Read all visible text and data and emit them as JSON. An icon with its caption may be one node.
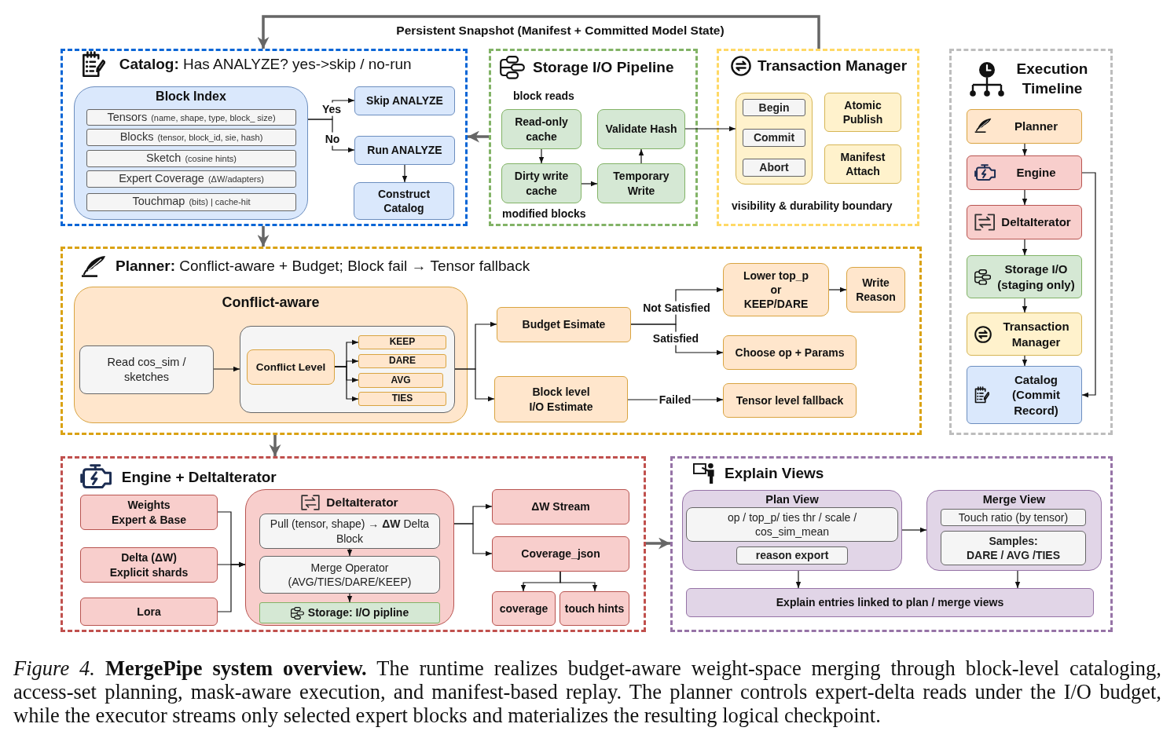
{
  "diagram": {
    "caption": "*Figure 4.* **MergePipe system overview.** The runtime realizes budget-aware weight-space merging through block-level cataloging, access-set planning, mask-aware execution, and manifest-based replay. The planner controls expert-delta reads under the I/O budget, while the executor streams only selected expert blocks and materializes the resulting logical checkpoint.",
    "nodes": [
      {
        "text": [
          "**Catalog:** Has ANALYZE? yes->skip / no-run"
        ]
      },
      {
        "text": [
          "Block Index"
        ],
        "in": 0
      },
      {
        "text": [
          "Tensors",
          "(name, shape, type, block_ size)"
        ],
        "in": 1
      },
      {
        "text": [
          "Blocks",
          "(tensor, block_id, sie, hash)"
        ],
        "in": 1
      },
      {
        "text": [
          "Sketch",
          "(cosine hints)"
        ],
        "in": 1
      },
      {
        "text": [
          "Expert Coverage",
          "(ΔW/adapters)"
        ],
        "in": 1
      },
      {
        "text": [
          "Touchmap",
          "(bits) | cache-hit"
        ],
        "in": 1
      },
      {
        "text": [
          "Skip ANALYZE"
        ],
        "in": 0
      },
      {
        "text": [
          "Run ANALYZE"
        ],
        "in": 0
      },
      {
        "text": [
          "Construct Catalog"
        ],
        "in": 0
      },
      {
        "text": [
          "Storage I/O Pipeline"
        ]
      },
      {
        "text": [
          "Read-only cache"
        ],
        "in": 10,
        "beside": [
          "block reads"
        ]
      },
      {
        "text": [
          "Dirty write cache"
        ],
        "in": 10,
        "beside": [
          "modified blocks"
        ]
      },
      {
        "text": [
          "Temporary Write"
        ],
        "in": 10
      },
      {
        "text": [
          "Validate Hash"
        ],
        "in": 10
      },
      {
        "text": [
          "Transaction Manager",
          "visibility & durability boundary"
        ]
      },
      {
        "text": [],
        "shape": "box",
        "in": 15
      },
      {
        "text": [
          "Begin"
        ],
        "in": 16
      },
      {
        "text": [
          "Commit"
        ],
        "in": 16
      },
      {
        "text": [
          "Abort"
        ],
        "in": 16
      },
      {
        "text": [
          "Atomic Publish"
        ],
        "in": 15
      },
      {
        "text": [
          "Manifest Attach"
        ],
        "in": 15
      },
      {
        "text": [
          "Execution Timeline"
        ]
      },
      {
        "text": [
          "Planner"
        ],
        "in": 22
      },
      {
        "text": [
          "Engine"
        ],
        "in": 22
      },
      {
        "text": [
          "DeltaIterator"
        ],
        "in": 22
      },
      {
        "text": [
          "Storage I/O (staging only)"
        ],
        "in": 22
      },
      {
        "text": [
          "Transaction Manager"
        ],
        "in": 22
      },
      {
        "text": [
          "Catalog (Commit Record)"
        ],
        "in": 22
      },
      {
        "text": [
          "**Planner:** Conflict-aware + Budget; Block fail → Tensor fallback"
        ]
      },
      {
        "text": [
          "Conflict-aware"
        ],
        "in": 29
      },
      {
        "text": [
          "Read cos_sim / sketches"
        ],
        "in": 30
      },
      {
        "text": [],
        "shape": "box",
        "in": 30
      },
      {
        "text": [
          "Conflict Level"
        ],
        "in": 32
      },
      {
        "text": [
          "KEEP"
        ],
        "in": 32
      },
      {
        "text": [
          "DARE"
        ],
        "in": 32
      },
      {
        "text": [
          "AVG"
        ],
        "in": 32
      },
      {
        "text": [
          "TIES"
        ],
        "in": 32
      },
      {
        "text": [
          "Budget Esimate"
        ],
        "in": 29
      },
      {
        "text": [
          "Block level I/O Estimate"
        ],
        "in": 29
      },
      {
        "text": [
          "Lower top_p or KEEP/DARE"
        ],
        "in": 29
      },
      {
        "text": [
          "Write Reason"
        ],
        "in": 29
      },
      {
        "text": [
          "Choose op + Params"
        ],
        "in": 29
      },
      {
        "text": [
          "Tensor level fallback"
        ],
        "in": 29
      },
      {
        "text": [
          "Engine + DeltaIterator"
        ]
      },
      {
        "text": [
          "Weights Expert & Base"
        ],
        "in": 44
      },
      {
        "text": [
          "Delta (ΔW) Explicit shards"
        ],
        "in": 44
      },
      {
        "text": [
          "Lora"
        ],
        "in": 44
      },
      {
        "text": [
          "DeltaIterator"
        ],
        "in": 44
      },
      {
        "text": [
          "Pull (tensor, shape) → **ΔW** Delta Block"
        ],
        "in": 48
      },
      {
        "text": [
          "Merge Operator (AVG/TIES/DARE/KEEP)"
        ],
        "in": 48
      },
      {
        "text": [
          "Storage: I/O pipline"
        ],
        "in": 48
      },
      {
        "text": [
          "ΔW Stream"
        ],
        "in": 44
      },
      {
        "text": [
          "Coverage_json"
        ],
        "in": 44
      },
      {
        "text": [
          "coverage"
        ],
        "in": 44
      },
      {
        "text": [
          "touch hints"
        ],
        "in": 44
      },
      {
        "text": [
          "Explain Views"
        ]
      },
      {
        "text": [
          "Plan View"
        ],
        "in": 56
      },
      {
        "text": [
          "op / top_p/ ties thr / scale / cos_sim_mean"
        ],
        "in": 57
      },
      {
        "text": [
          "reason export"
        ],
        "in": 57
      },
      {
        "text": [
          "Merge View"
        ],
        "in": 56
      },
      {
        "text": [
          "Touch ratio (by tensor)"
        ],
        "in": 60
      },
      {
        "text": [
          "Samples:",
          "DARE / AVG /TIES"
        ],
        "in": 60
      },
      {
        "text": [
          "Explain entries linked to plan / merge views"
        ],
        "in": 56
      }
    ],
    "edges": [
      {
        "from": 1,
        "to": 7,
        "arrow": "to",
        "label": "Yes"
      },
      {
        "from": 1,
        "to": 8,
        "arrow": "to",
        "label": "No"
      },
      {
        "from": 8,
        "to": 9,
        "arrow": "to"
      },
      {
        "from": 11,
        "to": 12,
        "arrow": "to"
      },
      {
        "from": 12,
        "to": 13,
        "arrow": "to"
      },
      {
        "from": 13,
        "to": 14,
        "arrow": "to"
      },
      {
        "from": 14,
        "to": 16,
        "arrow": "to"
      },
      {
        "from": 10,
        "to": 0,
        "arrow": "to",
        "style": "thick",
        "color": "#666666"
      },
      {
        "from": 15,
        "to": 0,
        "arrow": "to",
        "label": "Persistent Snapshot (Manifest + Committed Model State)",
        "style": "thick",
        "color": "#666666"
      },
      {
        "from": 0,
        "to": 29,
        "arrow": "to",
        "style": "thick",
        "color": "#666666"
      },
      {
        "from": 23,
        "to": 24,
        "arrow": "to"
      },
      {
        "from": 24,
        "to": 25,
        "arrow": "to"
      },
      {
        "from": 25,
        "to": 26,
        "arrow": "to"
      },
      {
        "from": 26,
        "to": 27,
        "arrow": "to"
      },
      {
        "from": 27,
        "to": 28,
        "arrow": "to"
      },
      {
        "from": 24,
        "to": 28,
        "arrow": "to"
      },
      {
        "from": 31,
        "to": 32,
        "arrow": "to"
      },
      {
        "from": 33,
        "to": 34,
        "arrow": "to"
      },
      {
        "from": 33,
        "to": 35,
        "arrow": "to"
      },
      {
        "from": 33,
        "to": 36,
        "arrow": "to"
      },
      {
        "from": 33,
        "to": 37,
        "arrow": "to"
      },
      {
        "from": 32,
        "to": 38,
        "arrow": "to"
      },
      {
        "from": 32,
        "to": 39,
        "arrow": "to"
      },
      {
        "from": 38,
        "to": 40,
        "arrow": "to",
        "label": "Not Satisfied"
      },
      {
        "from": 38,
        "to": 42,
        "arrow": "to",
        "label": "Satisfied"
      },
      {
        "from": 40,
        "to": 41,
        "arrow": "to"
      },
      {
        "from": 39,
        "to": 43,
        "arrow": "to",
        "label": "Failed"
      },
      {
        "from": 29,
        "to": 44,
        "arrow": "to",
        "style": "thick",
        "color": "#666666"
      },
      {
        "from": 45,
        "to": 48,
        "arrow": "to"
      },
      {
        "from": 46,
        "to": 48,
        "arrow": "to"
      },
      {
        "from": 47,
        "to": 48,
        "arrow": "to"
      },
      {
        "from": 49,
        "to": 50,
        "arrow": "to"
      },
      {
        "from": 50,
        "to": 51,
        "arrow": "to"
      },
      {
        "from": 48,
        "to": 52,
        "arrow": "to"
      },
      {
        "from": 48,
        "to": 53,
        "arrow": "to"
      },
      {
        "from": 53,
        "to": 54,
        "arrow": "to"
      },
      {
        "from": 53,
        "to": 55,
        "arrow": "to"
      },
      {
        "from": 44,
        "to": 56,
        "arrow": "to",
        "style": "thick",
        "color": "#666666"
      },
      {
        "from": 57,
        "to": 60,
        "arrow": "to"
      },
      {
        "from": 57,
        "to": 63,
        "arrow": "to"
      },
      {
        "from": 60,
        "to": 63,
        "arrow": "to"
      }
    ]
  }
}
